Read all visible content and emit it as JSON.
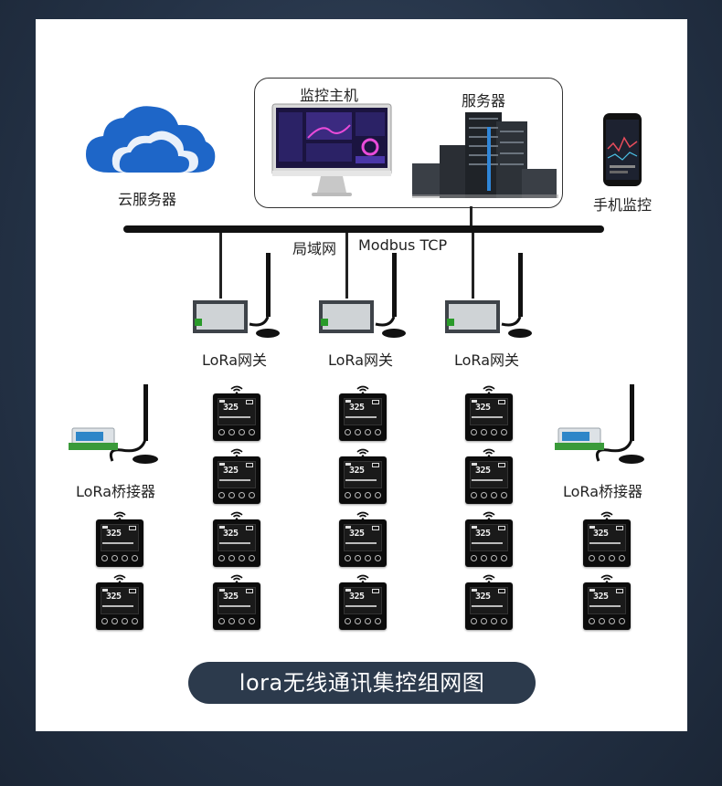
{
  "labels": {
    "cloud_server": "云服务器",
    "monitor_host": "监控主机",
    "server": "服务器",
    "phone_monitor": "手机监控",
    "lan": "局域网",
    "protocol": "Modbus TCP",
    "gateway": "LoRa网关",
    "bridge": "LoRa桥接器",
    "thermo_reading": "325"
  },
  "title": "lora无线通讯集控组网图",
  "colors": {
    "background": "#243246",
    "pill": "#2c3a4c",
    "cloud": "#1e66c8",
    "bus": "#111111"
  }
}
